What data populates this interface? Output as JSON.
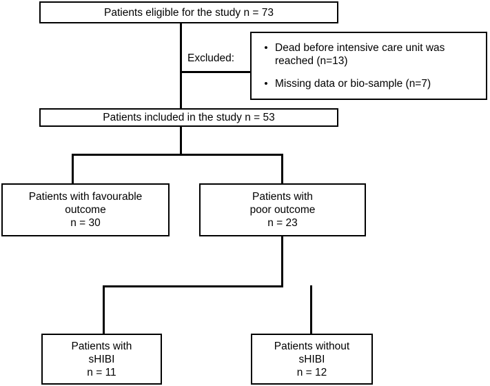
{
  "diagram": {
    "title": "Study patient flow diagram",
    "type": "flowchart",
    "stroke_color": "#000000",
    "background_color": "#ffffff",
    "nodes": {
      "eligible": {
        "text": "Patients eligible for the study n = 73"
      },
      "excluded_label": {
        "text": "Excluded:"
      },
      "excluded_box": {
        "bullets": [
          {
            "marker": "•",
            "text": "Dead before intensive care unit was reached (n=13)"
          },
          {
            "marker": "•",
            "text": "Missing data or bio-sample (n=7)"
          }
        ]
      },
      "included": {
        "text": "Patients included in the study n = 53"
      },
      "favourable": {
        "line1": "Patients with favourable",
        "line2": "outcome",
        "line3": "n = 30"
      },
      "poor": {
        "line1": "Patients with",
        "line2": "poor outcome",
        "line3": "n = 23"
      },
      "shibi": {
        "line1": "Patients with",
        "line2": "sHIBI",
        "line3": "n = 11"
      },
      "no_shibi": {
        "line1": "Patients without",
        "line2": "sHIBI",
        "line3": "n = 12"
      }
    }
  }
}
